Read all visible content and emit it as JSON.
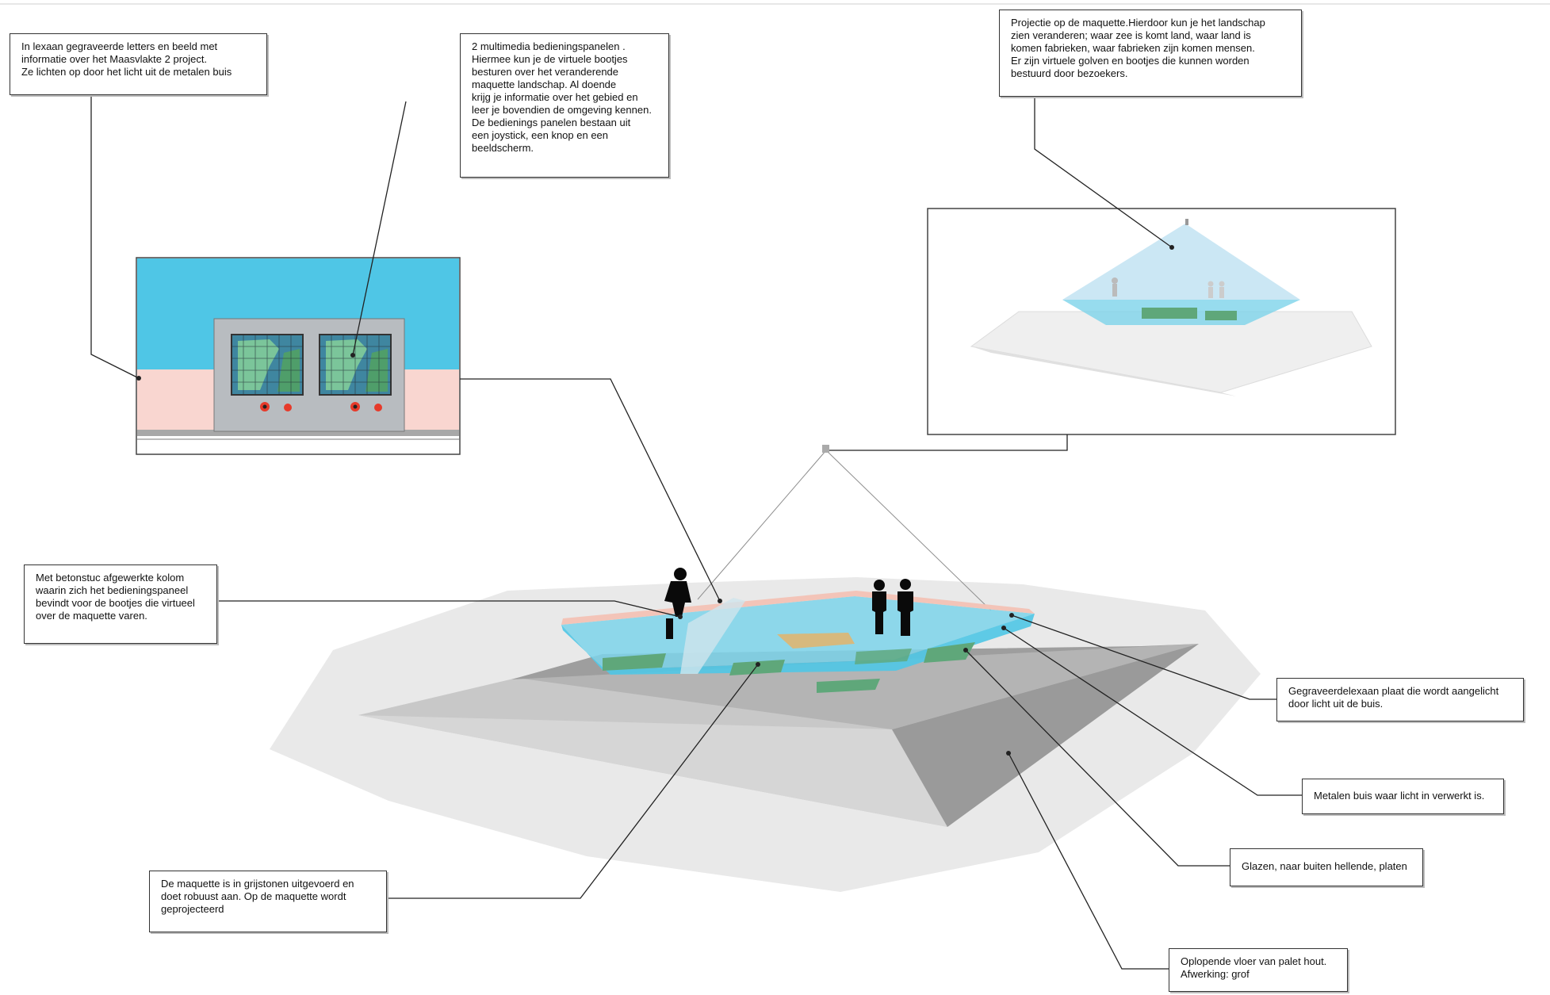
{
  "top_label": "",
  "callouts": {
    "lexaan_letters": {
      "lines": [
        "In lexaan gegraveerde letters en beeld met",
        "informatie over het Maasvlakte 2 project.",
        "Ze lichten op door het licht uit de metalen buis"
      ]
    },
    "multimedia_panels": {
      "lines": [
        "2 multimedia bedieningspanelen .",
        "Hiermee kun je de virtuele bootjes",
        "besturen over het veranderende",
        "maquette landschap. Al doende",
        "krijg je informatie over het gebied en",
        "leer je bovendien de omgeving kennen.",
        "De bedienings panelen bestaan uit",
        "een joystick, een knop en een",
        "beeldscherm."
      ]
    },
    "projection": {
      "lines": [
        "Projectie op de maquette.Hierdoor kun je het landschap",
        "zien veranderen; waar zee is komt land, waar land is",
        "komen fabrieken, waar fabrieken zijn komen mensen.",
        "Er zijn virtuele golven en bootjes die kunnen worden",
        "bestuurd door bezoekers."
      ]
    },
    "betonstuc_column": {
      "lines": [
        "Met betonstuc afgewerkte kolom",
        "waarin zich het bedieningspaneel",
        "bevindt voor de bootjes die virtueel",
        "over de maquette varen."
      ]
    },
    "engraved_plate": {
      "lines": [
        "Gegraveerdelexaan plaat die wordt aangelicht",
        "door licht uit de buis."
      ]
    },
    "metal_tube": {
      "lines": [
        "Metalen buis waar licht in verwerkt is."
      ]
    },
    "glass_plates": {
      "lines": [
        "Glazen, naar buiten hellende, platen"
      ]
    },
    "grey_maquette": {
      "lines": [
        "De maquette is in grijstonen uitgevoerd en",
        "doet robuust aan. Op de maquette wordt",
        "geprojecteerd"
      ]
    },
    "rising_floor": {
      "lines": [
        "Oplopende vloer van palet hout.",
        "Afwerking: grof"
      ]
    }
  },
  "colors": {
    "water": "#4fc6e6",
    "land": "#4f9e6a",
    "wall_pink": "#f9d6d0",
    "platform_grey": "#9a9a9a",
    "floor_light": "#e2e2e2",
    "button_red": "#e63a2a"
  }
}
